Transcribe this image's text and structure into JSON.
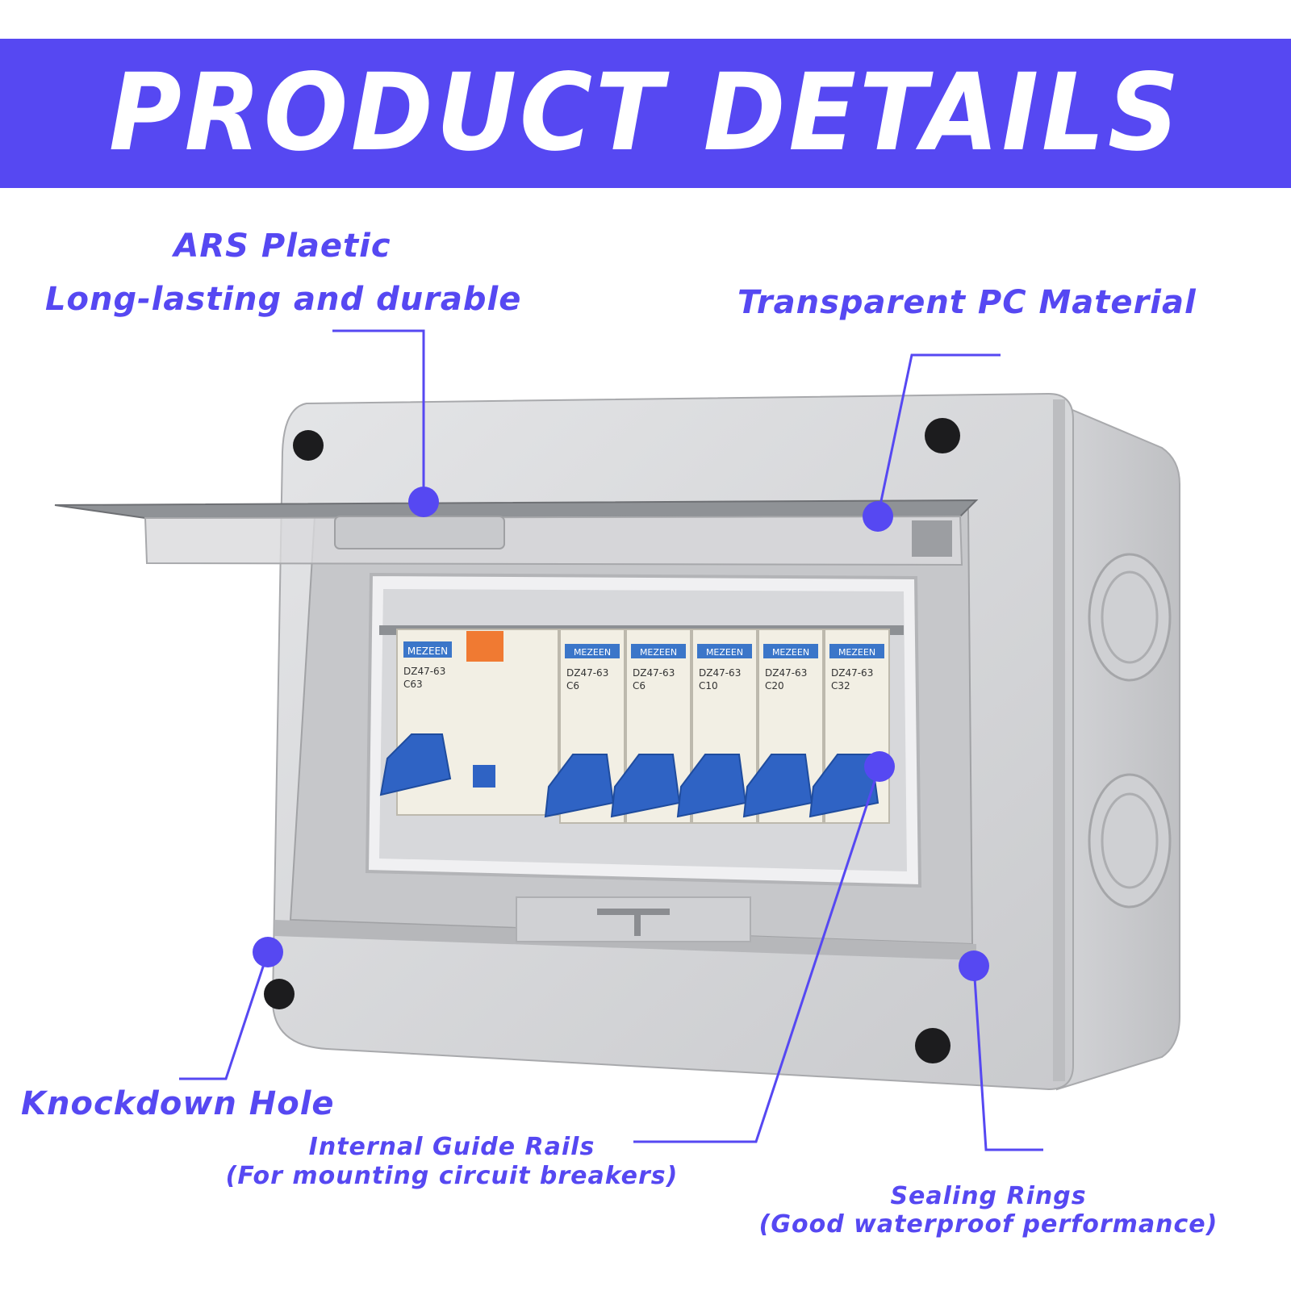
{
  "banner": {
    "title": "PRODUCT DETAILS"
  },
  "labels": {
    "abs_line1": "ARS Plaetic",
    "abs_line2": "Long-lasting and durable",
    "pc_material": "Transparent PC Material",
    "knockdown": "Knockdown Hole",
    "guide_rails_line1": "Internal Guide Rails",
    "guide_rails_line2": "(For mounting circuit breakers)",
    "sealing_line1": "Sealing Rings",
    "sealing_line2": "(Good waterproof performance)"
  },
  "breakers": [
    {
      "brand": "MEZEEN",
      "model": "DZ47-63",
      "rating": "C63"
    },
    {
      "brand": "MEZEEN",
      "model": "DZ47-63",
      "rating": "C6"
    },
    {
      "brand": "MEZEEN",
      "model": "DZ47-63",
      "rating": "C6"
    },
    {
      "brand": "MEZEEN",
      "model": "DZ47-63",
      "rating": "C10"
    },
    {
      "brand": "MEZEEN",
      "model": "DZ47-63",
      "rating": "C20"
    },
    {
      "brand": "MEZEEN",
      "model": "DZ47-63",
      "rating": "C32"
    }
  ],
  "colors": {
    "accent": "#5648f2",
    "housing": "#d6d7d9",
    "breaker_handle": "#2f63c4"
  }
}
